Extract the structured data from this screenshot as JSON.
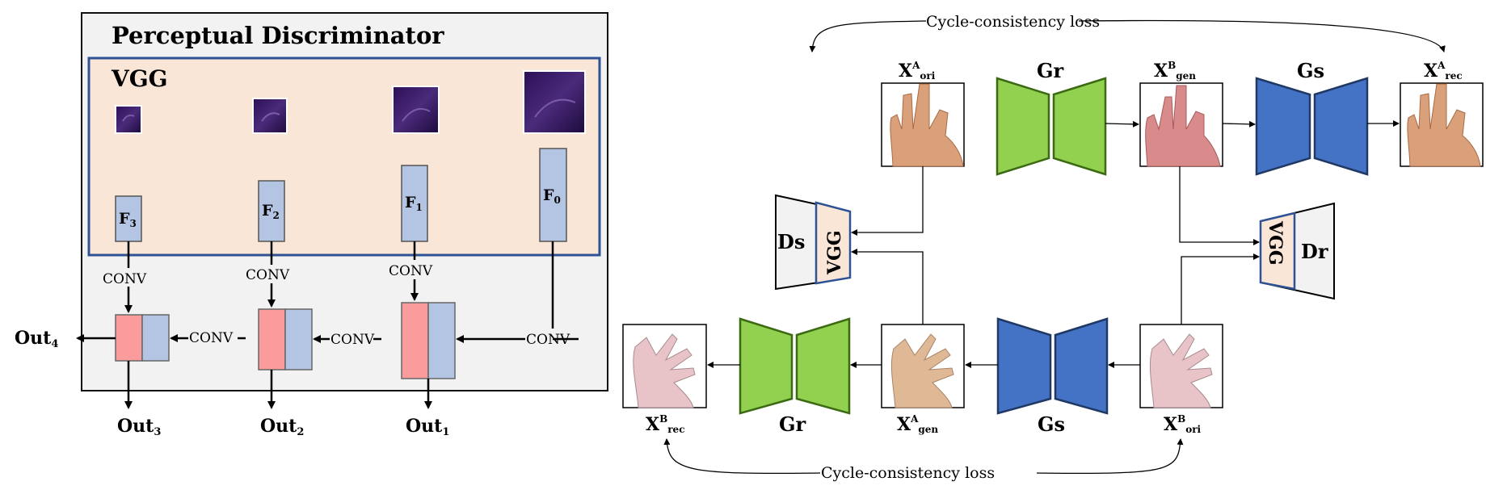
{
  "colors": {
    "panel_bg": "#f2f2f2",
    "vgg_bg": "#fae6d7",
    "vgg_border": "#2e5294",
    "feature_blue": "#b3c5e3",
    "feature_red": "#fa9c9c",
    "green_generator": "#92d050",
    "green_border": "#3b6a12",
    "blue_generator": "#4472c4",
    "blue_border": "#1f3864",
    "feature_map": "#3a1460",
    "skin": "#d9a07a",
    "skin_red": "#d98b8b",
    "skin_pale": "#e8c4c8"
  },
  "left_panel": {
    "title": "Perceptual Discriminator",
    "vgg_label": "VGG",
    "features": [
      {
        "name": "F",
        "sub": "3"
      },
      {
        "name": "F",
        "sub": "2"
      },
      {
        "name": "F",
        "sub": "1"
      },
      {
        "name": "F",
        "sub": "0"
      }
    ],
    "conv_label": "CONV",
    "outputs": [
      {
        "name": "Out",
        "sub": "3"
      },
      {
        "name": "Out",
        "sub": "2"
      },
      {
        "name": "Out",
        "sub": "1"
      },
      {
        "name": "Out",
        "sub": "4"
      }
    ]
  },
  "right_panel": {
    "cycle_loss_label": "Cycle-consistency loss",
    "images": {
      "xa_ori": {
        "main": "X",
        "sup": "A",
        "sub": "ori"
      },
      "xb_gen": {
        "main": "X",
        "sup": "B",
        "sub": "gen"
      },
      "xa_rec": {
        "main": "X",
        "sup": "A",
        "sub": "rec"
      },
      "xb_rec": {
        "main": "X",
        "sup": "B",
        "sub": "rec"
      },
      "xa_gen": {
        "main": "X",
        "sup": "A",
        "sub": "gen"
      },
      "xb_ori": {
        "main": "X",
        "sup": "B",
        "sub": "ori"
      }
    },
    "generators": {
      "gr": "Gr",
      "gs": "Gs"
    },
    "discriminators": {
      "ds": "Ds",
      "dr": "Dr",
      "vgg": "VGG"
    }
  }
}
